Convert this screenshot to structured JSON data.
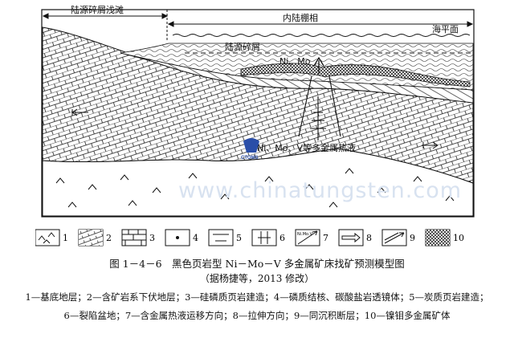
{
  "diagram": {
    "top_labels": {
      "left_region": "陆源碎屑浅滩",
      "middle_region": "内陆棚相",
      "sea_level": "海平面"
    },
    "inner_labels": {
      "clastics": "陆源碎屑",
      "ni_mo": "Ni、Mo",
      "fluid": "Ni、Mo、V等多金属热液"
    },
    "logo_text": "CTOMS",
    "watermark": "www.chinatungsten.com"
  },
  "legend": [
    {
      "num": "1",
      "icon": "basement-icon"
    },
    {
      "num": "2",
      "icon": "ore-bearing-underlying-icon"
    },
    {
      "num": "3",
      "icon": "siliceous-phosphate-shale-icon"
    },
    {
      "num": "4",
      "icon": "phosphate-nodule-icon"
    },
    {
      "num": "5",
      "icon": "carbonaceous-shale-icon"
    },
    {
      "num": "6",
      "icon": "rift-basin-icon"
    },
    {
      "num": "7",
      "icon": "hydrothermal-migration-icon",
      "text": "Ni.Mo.V"
    },
    {
      "num": "8",
      "icon": "extension-direction-icon"
    },
    {
      "num": "9",
      "icon": "syndepositional-fault-icon"
    },
    {
      "num": "10",
      "icon": "ni-mo-orebody-icon"
    }
  ],
  "caption": {
    "title": "图 1－4－6　黑色页岩型 Ni－Mo－V 多金属矿床找矿预测模型图",
    "source": "（据杨捷等，2013 修改）",
    "line1": "1—基底地层；2—含矿岩系下伏地层；3—硅磷质页岩建造；4—磷质结核、碳酸盐岩透镜体；5—炭质页岩建造；",
    "line2": "6—裂陷盆地；7—含金属热液运移方向；8—拉伸方向；9—同沉积断层；10—镍钼多金属矿体"
  }
}
